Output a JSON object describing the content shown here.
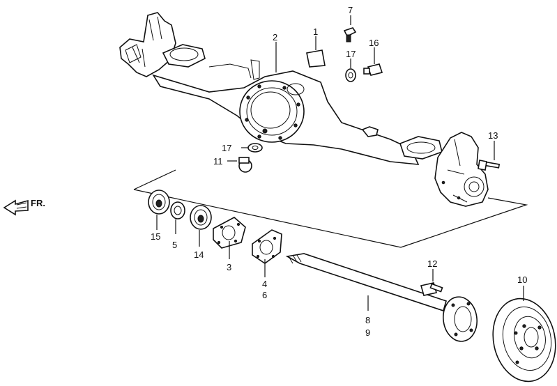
{
  "diagram": {
    "direction_label": "FR.",
    "callouts": {
      "c1": "1",
      "c2": "2",
      "c3": "3",
      "c4": "4",
      "c5": "5",
      "c6": "6",
      "c7": "7",
      "c8": "8",
      "c9": "9",
      "c10": "10",
      "c11": "11",
      "c12": "12",
      "c13": "13",
      "c14": "14",
      "c15": "15",
      "c16": "16",
      "c17a": "17",
      "c17b": "17"
    }
  }
}
